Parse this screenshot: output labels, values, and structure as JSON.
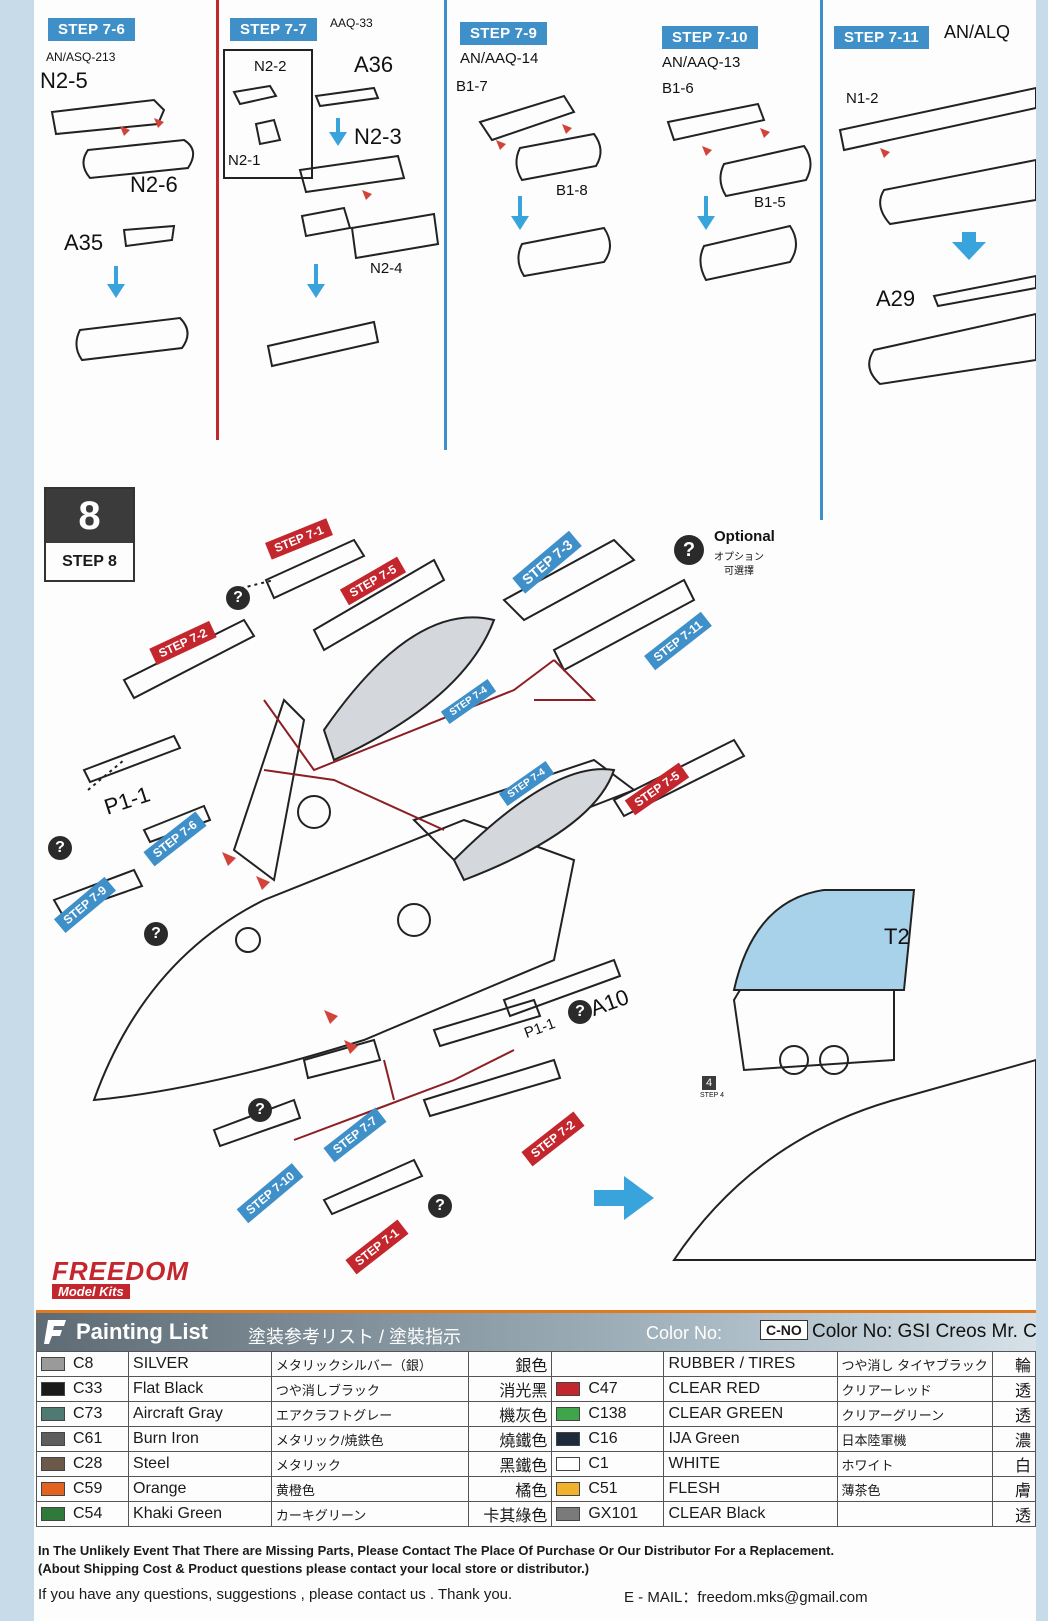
{
  "steps_top": {
    "s76": {
      "tag": "STEP 7-6",
      "title": "AN/ASQ-213",
      "parts": [
        "N2-5",
        "N2-6",
        "A35"
      ]
    },
    "s77": {
      "tag": "STEP 7-7",
      "title": "AAQ-33",
      "parts": [
        "N2-2",
        "A36",
        "N2-3",
        "N2-1",
        "N2-4"
      ]
    },
    "s79": {
      "tag": "STEP 7-9",
      "title": "AN/AAQ-14",
      "parts": [
        "B1-7",
        "B1-8"
      ]
    },
    "s710": {
      "tag": "STEP 7-10",
      "title": "AN/AAQ-13",
      "parts": [
        "B1-6",
        "B1-5"
      ]
    },
    "s711": {
      "tag": "STEP 7-11",
      "title": "AN/ALQ",
      "parts": [
        "N1-2",
        "A29"
      ]
    }
  },
  "step8": {
    "number": "8",
    "label": "STEP 8",
    "optional": "Optional",
    "optional_jp": "オプション",
    "optional_cn": "可選擇",
    "callouts": [
      "STEP 7-1",
      "STEP 7-5",
      "STEP 7-2",
      "STEP 7-3",
      "STEP 7-11",
      "STEP 7-4",
      "STEP 7-4",
      "STEP 7-5",
      "STEP 7-6",
      "STEP 7-9",
      "STEP 7-7",
      "STEP 7-10",
      "STEP 7-2",
      "STEP 7-1"
    ],
    "parts": [
      "P1-1",
      "P1-1",
      "A10",
      "T2"
    ],
    "mini_step": "4",
    "mini_step_label": "STEP 4"
  },
  "brand": {
    "name": "FREEDOM",
    "sub": "Model Kits"
  },
  "painting": {
    "title": "Painting List",
    "subtitle": "塗装参考リスト / 塗裝指示",
    "colno_label": "Color No:",
    "cno": "C-NO",
    "cno_desc": "Color No: GSI Creos Mr. C",
    "left": [
      {
        "code": "C8",
        "en": "SILVER",
        "jp": "メタリックシルバー（銀）",
        "cn": "銀色",
        "color": "#9a9a9a"
      },
      {
        "code": "C33",
        "en": "Flat Black",
        "jp": "つや消しブラック",
        "cn": "消光黑",
        "color": "#1a1a1a"
      },
      {
        "code": "C73",
        "en": "Aircraft Gray",
        "jp": "エアクラフトグレー",
        "cn": "機灰色",
        "color": "#4f7a72"
      },
      {
        "code": "C61",
        "en": "Burn Iron",
        "jp": "メタリック/焼鉄色",
        "cn": "燒鐵色",
        "color": "#5d5d5d"
      },
      {
        "code": "C28",
        "en": "Steel",
        "jp": "メタリック",
        "cn": "黑鐵色",
        "color": "#6b5a4a"
      },
      {
        "code": "C59",
        "en": "Orange",
        "jp": "黄橙色",
        "cn": "橘色",
        "color": "#e2621f"
      },
      {
        "code": "C54",
        "en": "Khaki Green",
        "jp": "カーキグリーン",
        "cn": "卡其綠色",
        "color": "#2f7a3a"
      }
    ],
    "right": [
      {
        "code": "",
        "en": "RUBBER / TIRES",
        "jp": "つや消し タイヤブラック",
        "cn": "輪",
        "color": ""
      },
      {
        "code": "C47",
        "en": "CLEAR RED",
        "jp": "クリアーレッド",
        "cn": "透",
        "color": "#c4262e"
      },
      {
        "code": "C138",
        "en": "CLEAR GREEN",
        "jp": "クリアーグリーン",
        "cn": "透",
        "color": "#3fa44a"
      },
      {
        "code": "C16",
        "en": "IJA Green",
        "jp": "日本陸軍機",
        "cn": "濃",
        "color": "#1e2b3a"
      },
      {
        "code": "C1",
        "en": "WHITE",
        "jp": "ホワイト",
        "cn": "白",
        "color": "#ffffff"
      },
      {
        "code": "C51",
        "en": "FLESH",
        "jp": "薄茶色",
        "cn": "膚",
        "color": "#f0b12b"
      },
      {
        "code": "GX101",
        "en": "CLEAR Black",
        "jp": "",
        "cn": "透",
        "color": "#7a7a7a"
      }
    ]
  },
  "footer": {
    "line1": "In The Unlikely Event That There are Missing Parts, Please Contact The Place Of Purchase Or Our Distributor For a Replacement.",
    "line2": "(About Shipping Cost & Product questions please contact your local store or distributor.)",
    "line3": "If you have any questions, suggestions , please contact us . Thank you.",
    "email": "E - MAIL：freedom.mks@gmail.com"
  }
}
